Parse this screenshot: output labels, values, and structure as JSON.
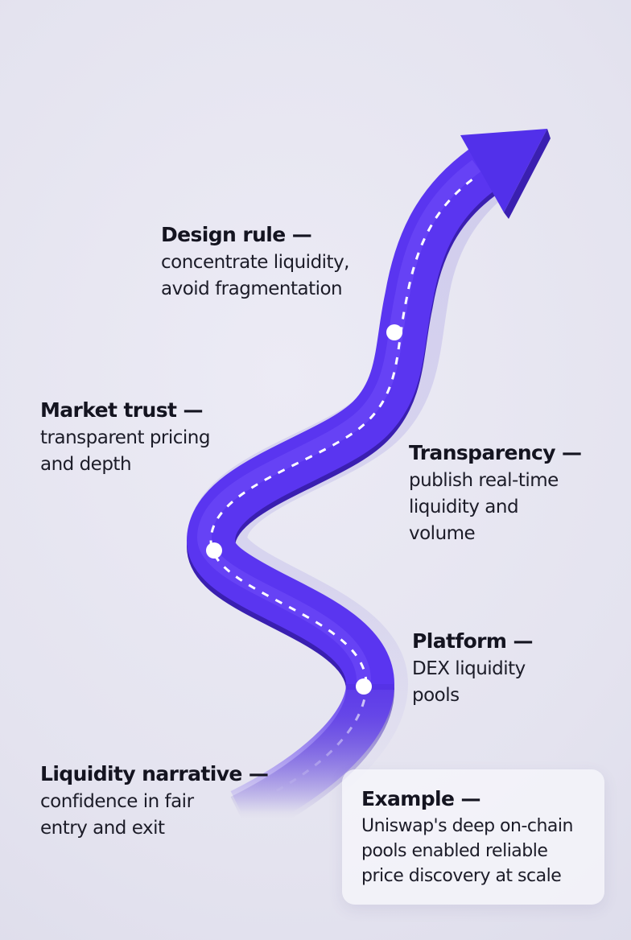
{
  "colors": {
    "path": "#5a35f0",
    "path_dark": "#4a26d6",
    "background": "#e6e5f0",
    "marker": "#ffffff"
  },
  "stages": {
    "design": {
      "title": "Design rule —",
      "lines": [
        "concentrate liquidity,",
        "avoid fragmentation"
      ]
    },
    "market": {
      "title": "Market trust —",
      "lines": [
        "transparent pricing",
        "and depth"
      ]
    },
    "transparency": {
      "title": "Transparency —",
      "lines": [
        "publish real-time",
        "liquidity and",
        "volume"
      ]
    },
    "platform": {
      "title": "Platform —",
      "lines": [
        "DEX liquidity",
        "pools"
      ]
    },
    "narrative": {
      "title": "Liquidity narrative —",
      "lines": [
        "confidence in fair",
        "entry and exit"
      ]
    },
    "example": {
      "title": "Example —",
      "lines": [
        "Uniswap's deep on-chain",
        "pools enabled reliable",
        "price discovery at scale"
      ]
    }
  }
}
